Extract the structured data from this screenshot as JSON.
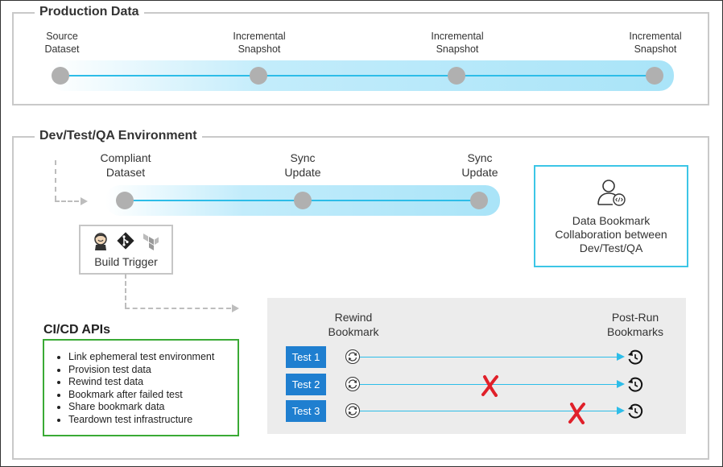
{
  "production": {
    "title": "Production Data",
    "milestones": [
      {
        "line1": "Source",
        "line2": "Dataset"
      },
      {
        "line1": "Incremental",
        "line2": "Snapshot"
      },
      {
        "line1": "Incremental",
        "line2": "Snapshot"
      },
      {
        "line1": "Incremental",
        "line2": "Snapshot"
      }
    ]
  },
  "devtest": {
    "title": "Dev/Test/QA Environment",
    "milestones": [
      {
        "line1": "Compliant",
        "line2": "Dataset"
      },
      {
        "line1": "Sync",
        "line2": "Update"
      },
      {
        "line1": "Sync",
        "line2": "Update"
      }
    ]
  },
  "bookmark_box": {
    "line1": "Data Bookmark",
    "line2": "Collaboration between",
    "line3": "Dev/Test/QA"
  },
  "build_trigger": {
    "label": "Build Trigger",
    "icons": [
      "jenkins-icon",
      "git-icon",
      "terraform-icon"
    ]
  },
  "cicd": {
    "title": "CI/CD APIs",
    "items": [
      "Link ephemeral test environment",
      "Provision test data",
      "Rewind test data",
      "Bookmark after failed test",
      "Share bookmark data",
      "Teardown test infrastructure"
    ]
  },
  "tests": {
    "rewind_line1": "Rewind",
    "rewind_line2": "Bookmark",
    "postrun_line1": "Post-Run",
    "postrun_line2": "Bookmarks",
    "rows": [
      {
        "label": "Test 1",
        "failed": false
      },
      {
        "label": "Test 2",
        "failed": true
      },
      {
        "label": "Test 3",
        "failed": true
      }
    ]
  },
  "colors": {
    "accent_cyan": "#2dbde8",
    "test_blue": "#1f7fd0",
    "fail_red": "#e0202a",
    "cicd_green": "#3aaa35"
  }
}
